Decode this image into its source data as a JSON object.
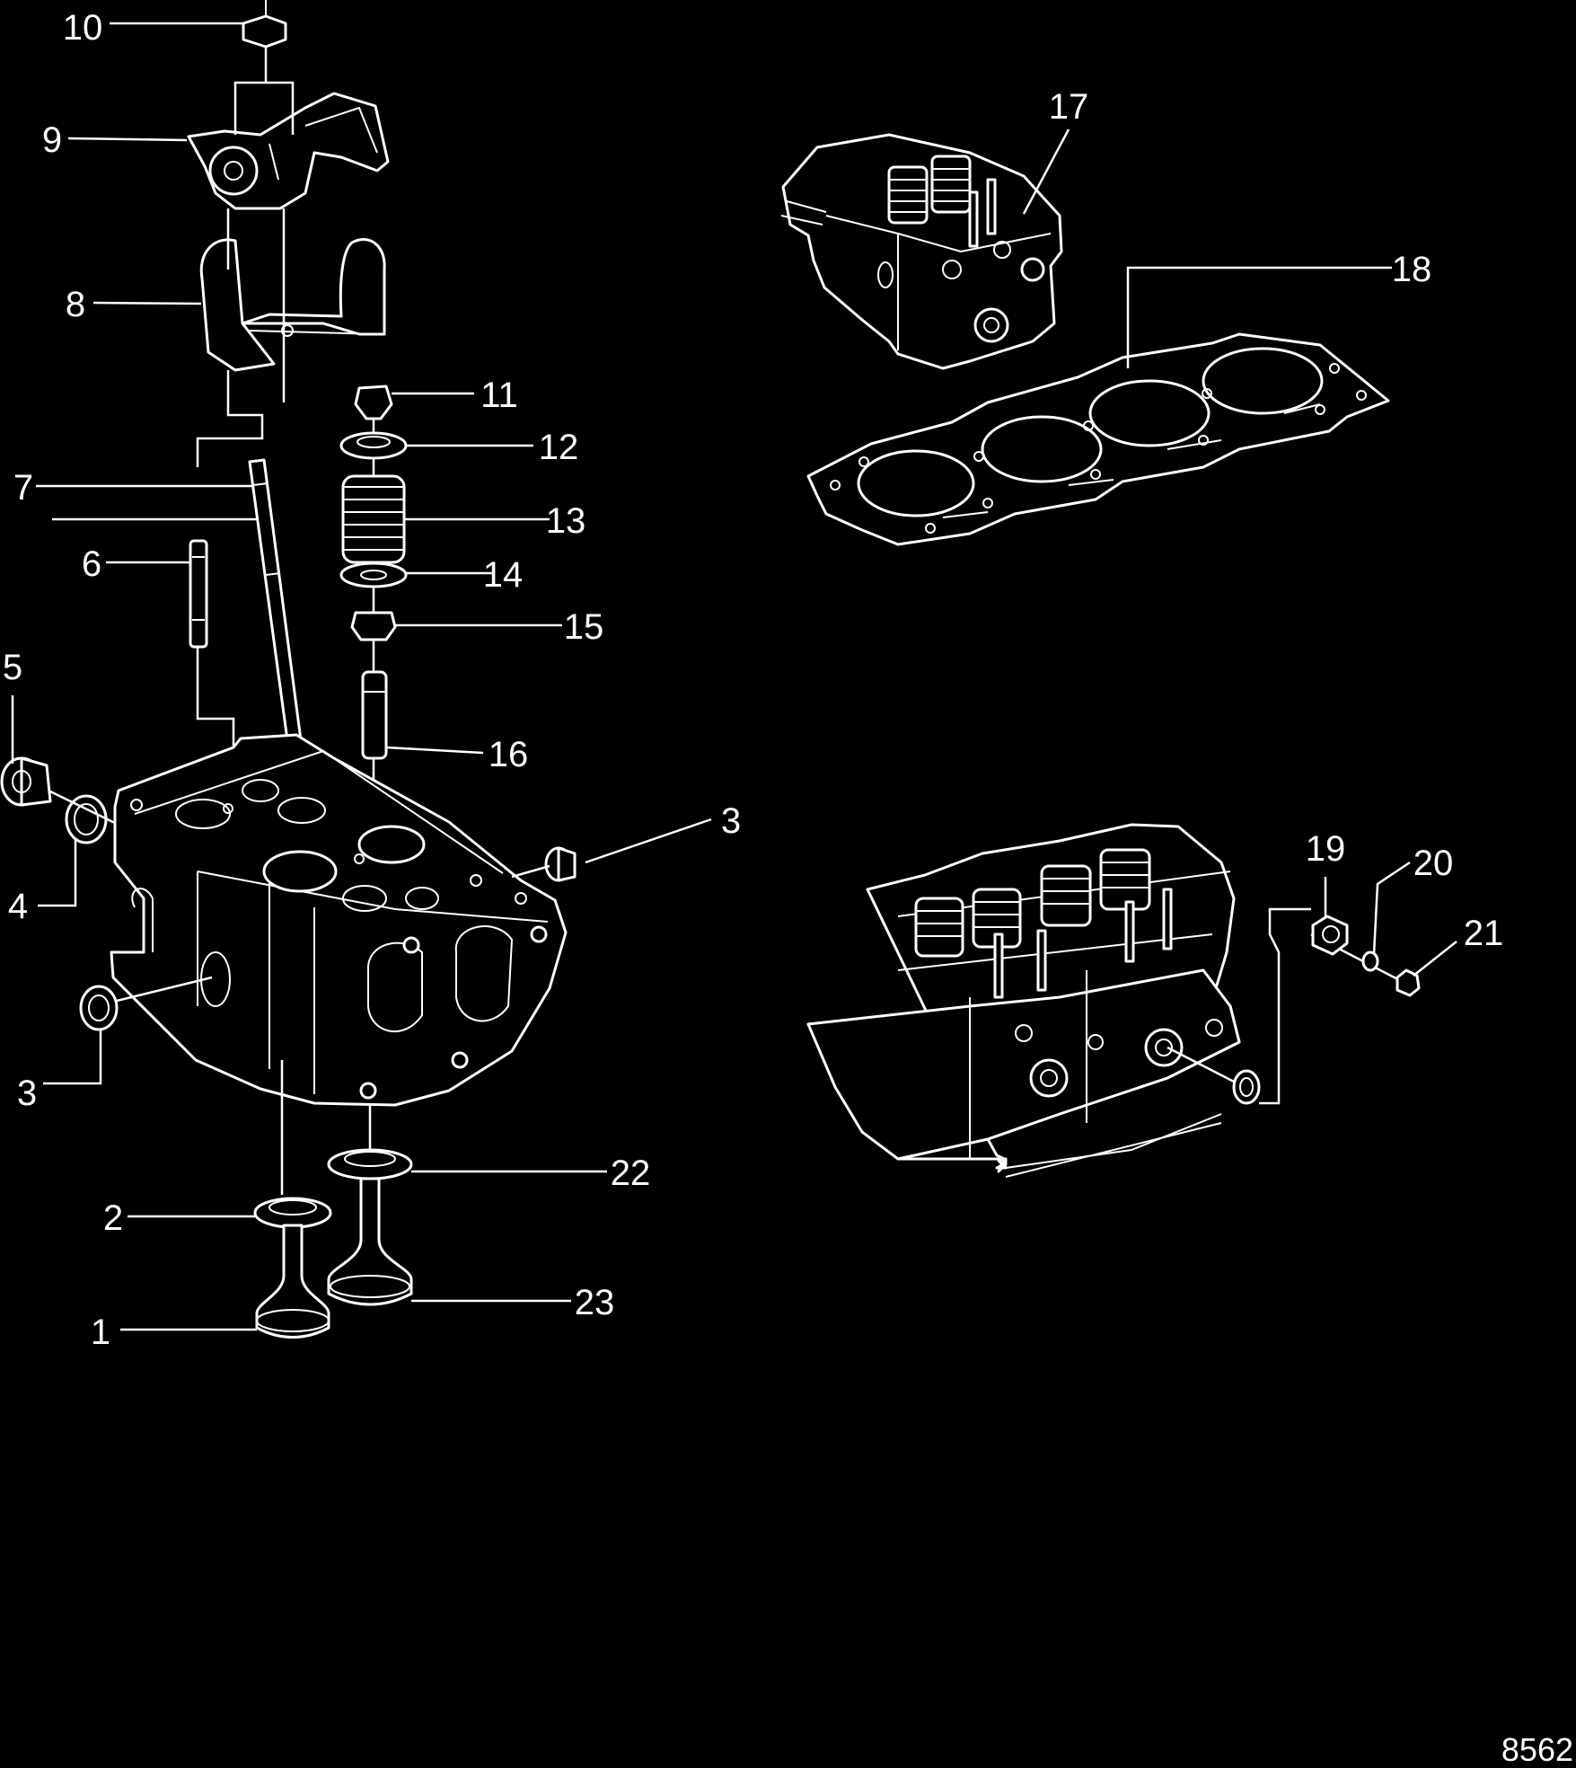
{
  "figure_number": "8562",
  "callouts": [
    {
      "id": "c10",
      "text": "10"
    },
    {
      "id": "c9",
      "text": "9"
    },
    {
      "id": "c8",
      "text": "8"
    },
    {
      "id": "c7",
      "text": "7"
    },
    {
      "id": "c6",
      "text": "6"
    },
    {
      "id": "c5",
      "text": "5"
    },
    {
      "id": "c4",
      "text": "4"
    },
    {
      "id": "c3a",
      "text": "3"
    },
    {
      "id": "c3b",
      "text": "3"
    },
    {
      "id": "c2",
      "text": "2"
    },
    {
      "id": "c1",
      "text": "1"
    },
    {
      "id": "c11",
      "text": "11"
    },
    {
      "id": "c12",
      "text": "12"
    },
    {
      "id": "c13",
      "text": "13"
    },
    {
      "id": "c14",
      "text": "14"
    },
    {
      "id": "c15",
      "text": "15"
    },
    {
      "id": "c16",
      "text": "16"
    },
    {
      "id": "c22",
      "text": "22"
    },
    {
      "id": "c23",
      "text": "23"
    },
    {
      "id": "c17",
      "text": "17"
    },
    {
      "id": "c18",
      "text": "18"
    },
    {
      "id": "c19",
      "text": "19"
    },
    {
      "id": "c20",
      "text": "20"
    },
    {
      "id": "c21",
      "text": "21"
    }
  ]
}
